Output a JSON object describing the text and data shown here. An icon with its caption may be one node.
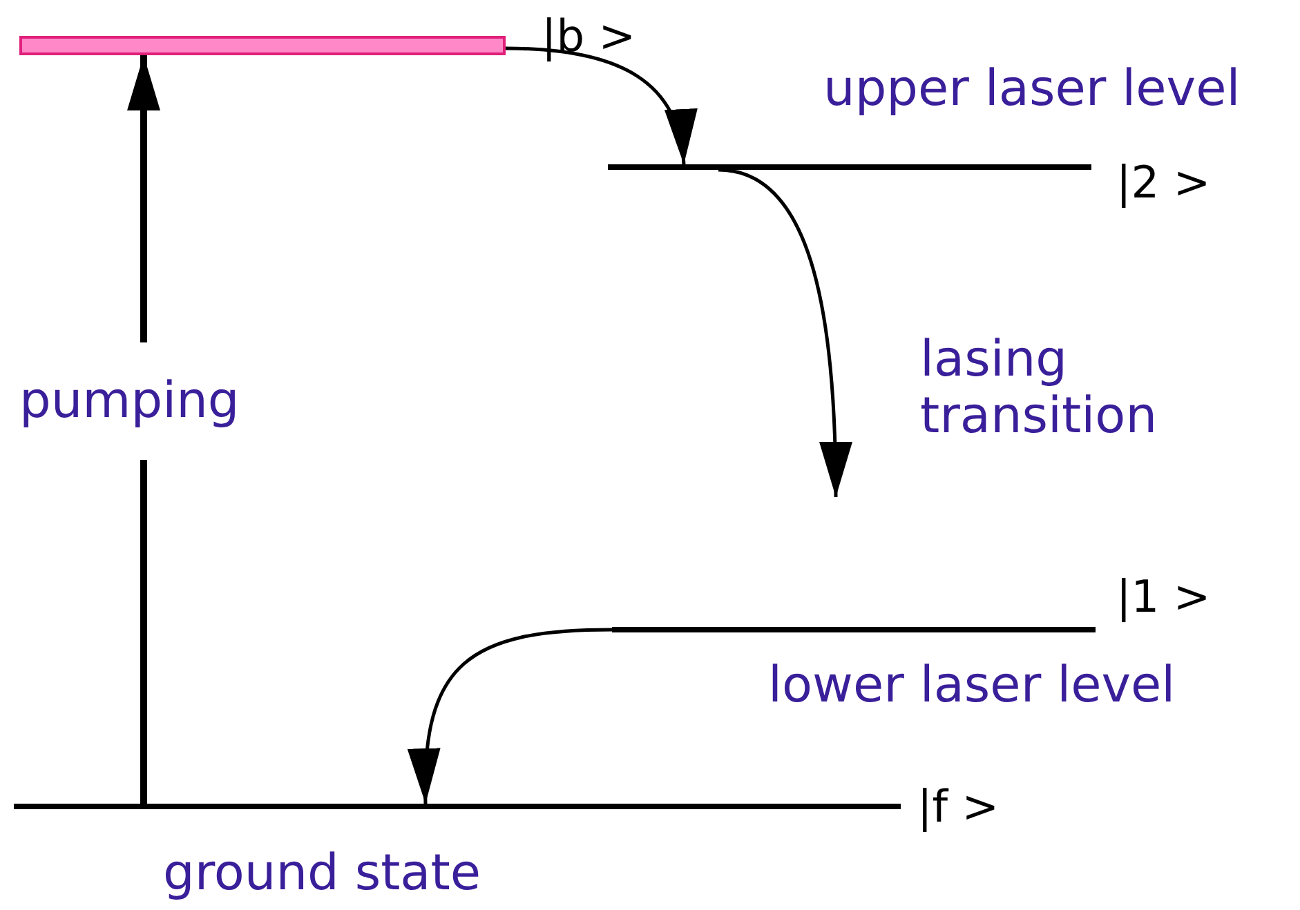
{
  "diagram": {
    "nodes": [
      {
        "text": [],
        "shape": "bar",
        "beside": [
          "|b >"
        ]
      },
      {
        "text": [],
        "shape": "bar",
        "beside": [
          "|2 >",
          "upper laser level"
        ]
      },
      {
        "text": [],
        "shape": "bar",
        "beside": [
          "|1 >",
          "lower laser level"
        ]
      },
      {
        "text": [],
        "shape": "bar",
        "beside": [
          "|f >",
          "ground state"
        ]
      }
    ],
    "edges": [
      {
        "from": 3,
        "to": 0,
        "arrow": "to",
        "label": "pumping",
        "style": "thick"
      },
      {
        "from": 0,
        "to": 1,
        "arrow": "to"
      },
      {
        "from": 1,
        "to": null,
        "arrow": "to",
        "label": "lasing transition"
      },
      {
        "from": 2,
        "to": 3,
        "arrow": "to"
      }
    ]
  }
}
